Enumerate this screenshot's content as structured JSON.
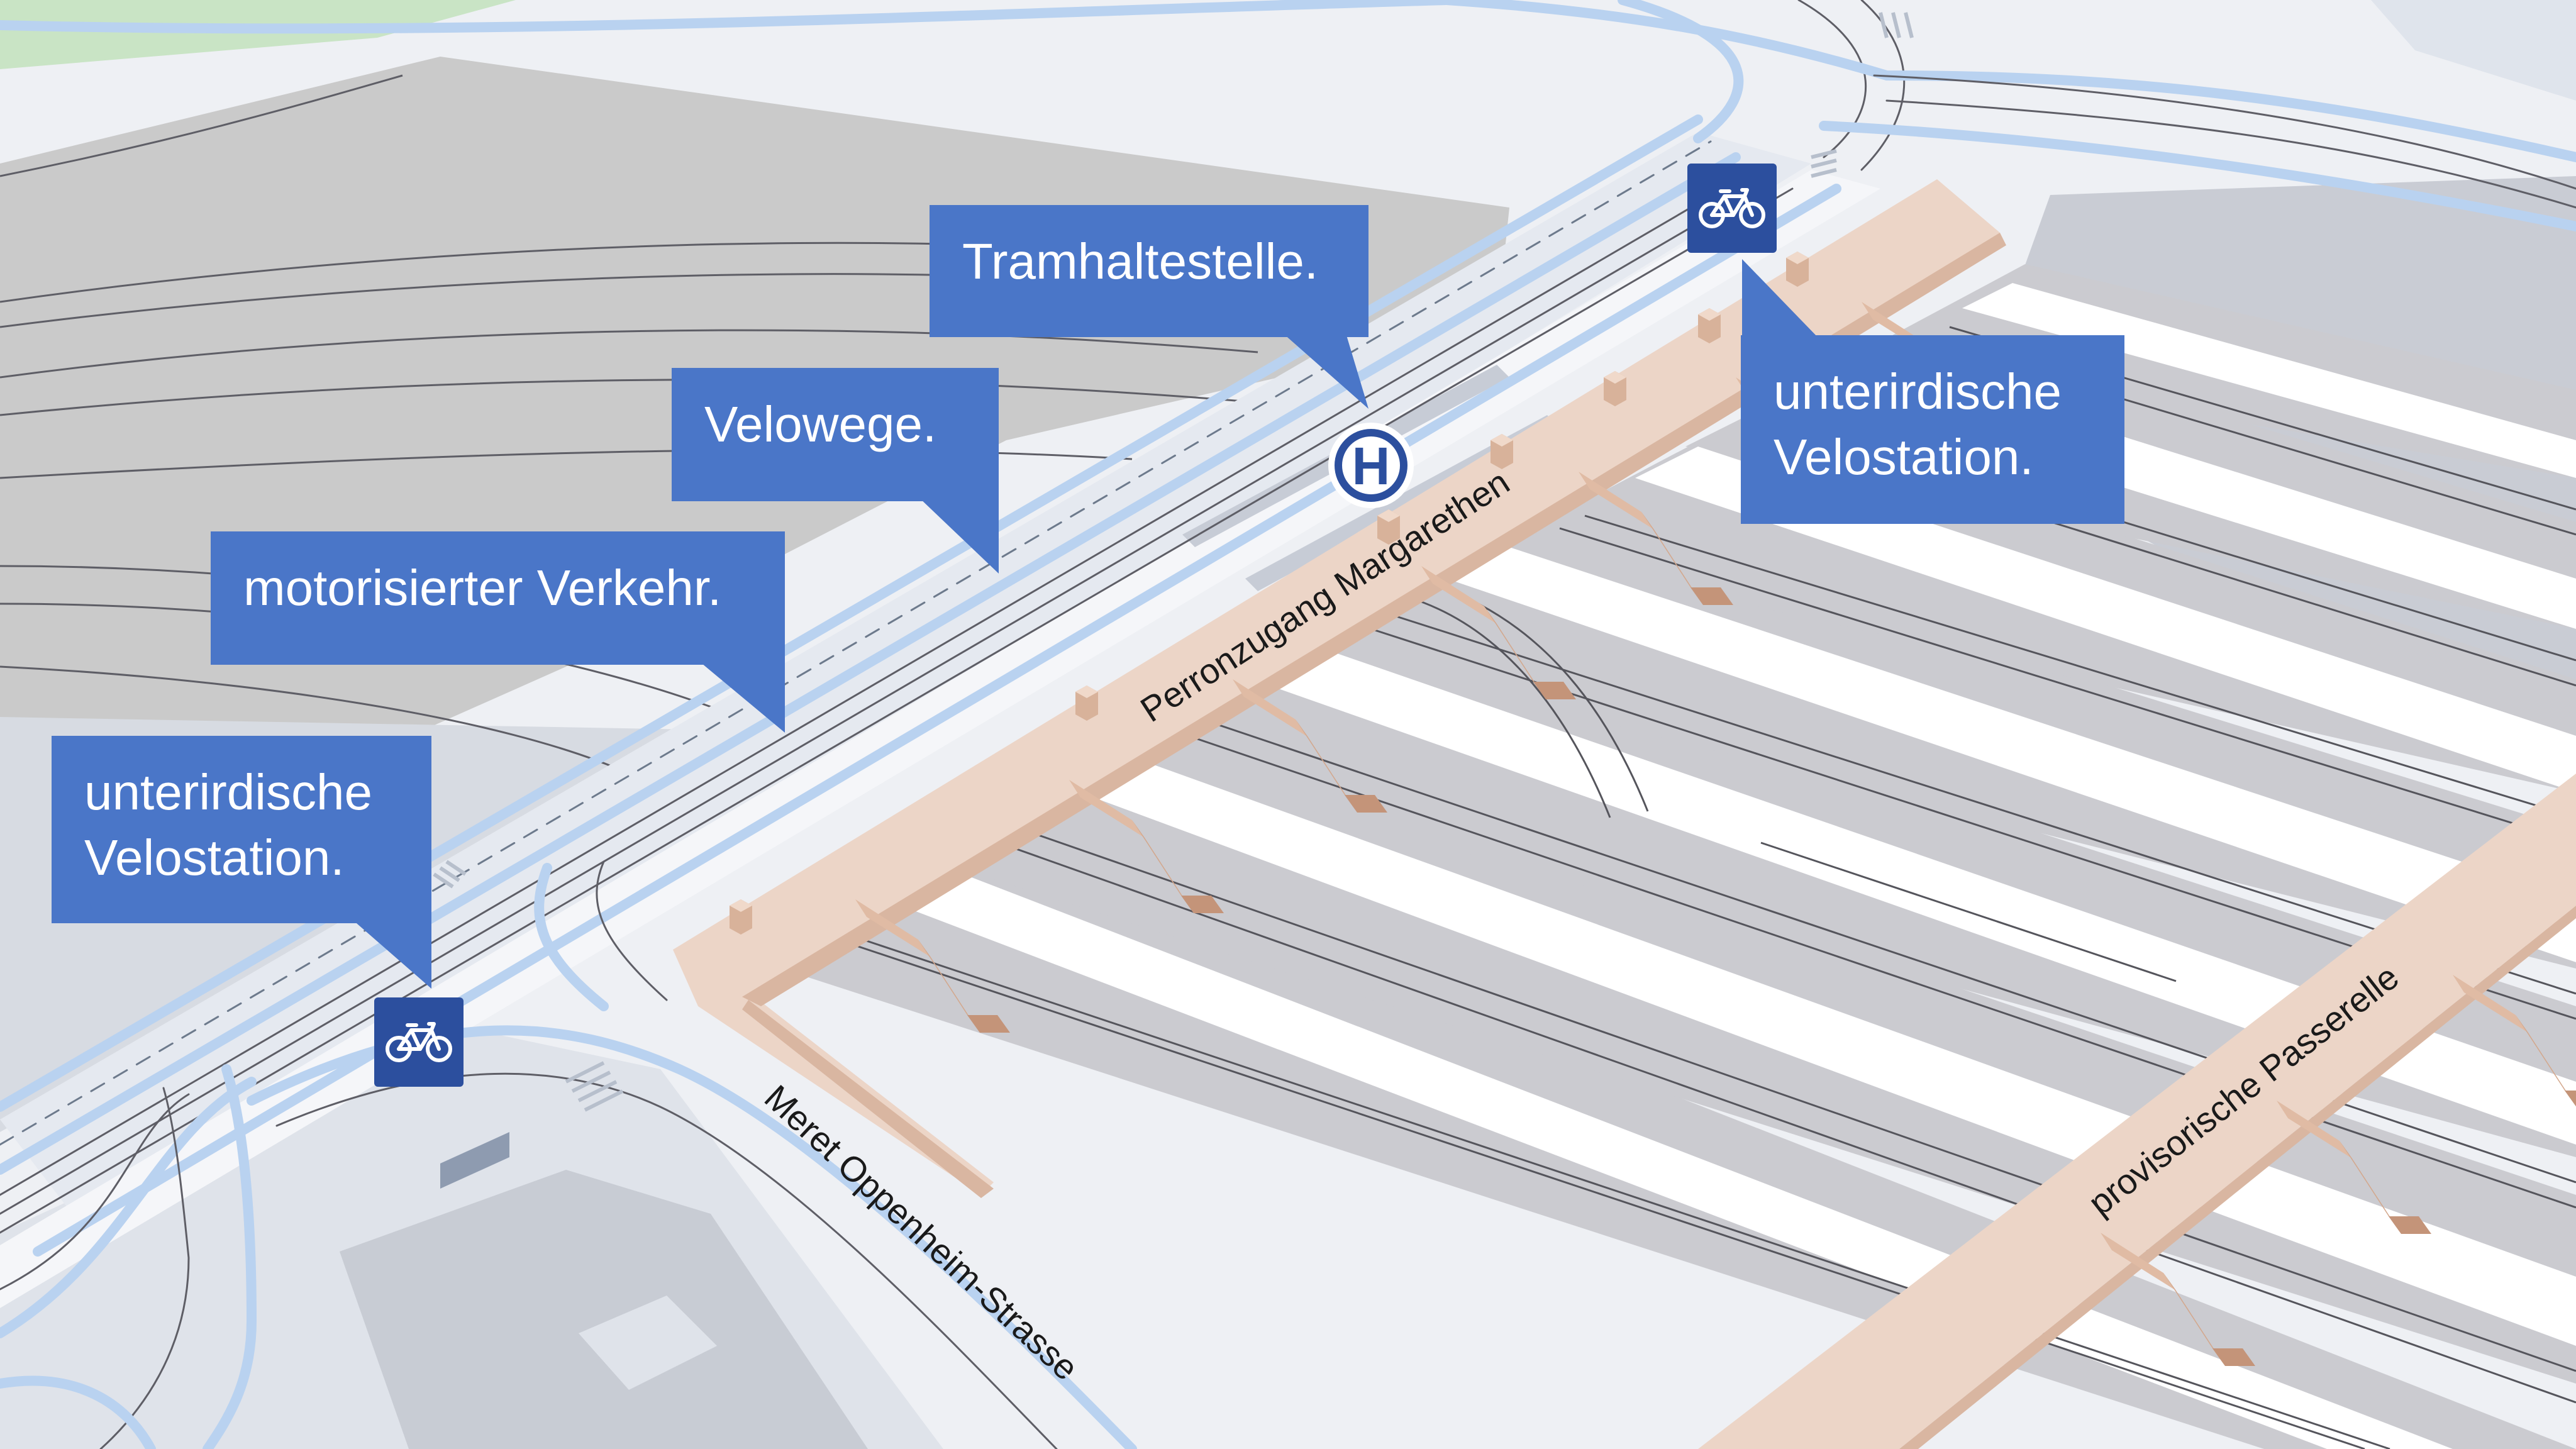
{
  "callouts": {
    "tram_stop": "Tramhaltestelle.",
    "bike_paths": "Velowege.",
    "motor_traffic": "motorisierter Verkehr.",
    "bike_station_left_line1": "unterirdische",
    "bike_station_left_line2": "Velostation.",
    "bike_station_right_line1": "unterirdische",
    "bike_station_right_line2": "Velostation."
  },
  "map_labels": {
    "platform_access": "Perronzugang Margarethen",
    "temporary_bridge": "provisorische Passerelle",
    "street": "Meret Oppenheim-Strasse"
  },
  "markers": {
    "tram_stop_letter": "H",
    "bike_station_icon": "bicycle-icon",
    "tram_stop_icon": "tram-stop-icon"
  },
  "colors": {
    "callout_blue": "#4a76c8",
    "sign_blue": "#2c4f9e",
    "walkway_beige": "#ecd5c7",
    "track_bed_grey": "#cbcbd0",
    "ground_light": "#eef0f4",
    "water_green": "#c9e4c5"
  }
}
